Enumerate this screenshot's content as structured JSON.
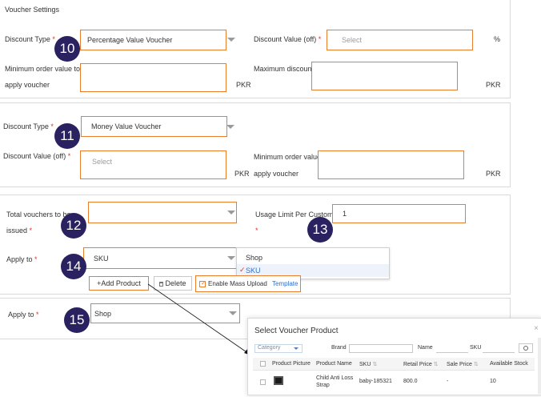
{
  "section1": {
    "title": "Voucher Settings",
    "discount_type_label": "Discount Type",
    "discount_type_value": "Percentage Value Voucher",
    "discount_value_label": "Discount Value (off)",
    "discount_value_placeholder": "Select",
    "percent_unit": "%",
    "min_order_label_line1": "Minimum order value to",
    "min_order_label_line2": "apply voucher",
    "min_order_unit": "PKR",
    "max_discount_label": "Maximum discount",
    "max_discount_unit": "PKR",
    "required_mark": "*"
  },
  "section2": {
    "discount_type_label": "Discount Type",
    "discount_type_value": "Money Value Voucher",
    "discount_value_label": "Discount Value (off)",
    "discount_value_placeholder": "Select",
    "discount_value_unit": "PKR",
    "min_order_label_line1": "Minimum order value to",
    "min_order_label_line2": "apply voucher",
    "min_order_unit": "PKR",
    "required_mark": "*"
  },
  "section3": {
    "total_vouchers_label_line1": "Total vouchers to be",
    "total_vouchers_label_line2": "issued",
    "usage_limit_label": "Usage Limit Per Customer",
    "usage_limit_value": "1",
    "apply_to_label": "Apply to",
    "apply_to_value": "SKU",
    "dropdown_options": [
      "Shop",
      "SKU"
    ],
    "dropdown_checkmark": "✓",
    "add_product_label": "+Add Product",
    "delete_label": "Delete",
    "mass_upload_label": "Enable Mass Upload",
    "template_link": "Template",
    "required_mark": "*"
  },
  "section4": {
    "apply_to_label": "Apply to",
    "apply_to_value": "Shop",
    "required_mark": "*"
  },
  "badges": [
    "10",
    "11",
    "12",
    "13",
    "14",
    "15"
  ],
  "modal": {
    "title": "Select Voucher Product",
    "category_placeholder": "Category",
    "brand_label": "Brand",
    "name_label": "Name",
    "sku_label": "SKU",
    "columns": [
      "Product Picture",
      "Product Name",
      "SKU",
      "Retail Price",
      "Sale Price",
      "Available Stock"
    ],
    "row": {
      "product_name": "Child Anti Loss Strap",
      "sku": "baby-185321",
      "retail_price": "800.0",
      "sale_price": "-",
      "stock": "10"
    }
  },
  "colors": {
    "highlight": "#e87d2e",
    "badge": "#2a2160",
    "required": "#e0302a",
    "link": "#2e6fc9"
  }
}
